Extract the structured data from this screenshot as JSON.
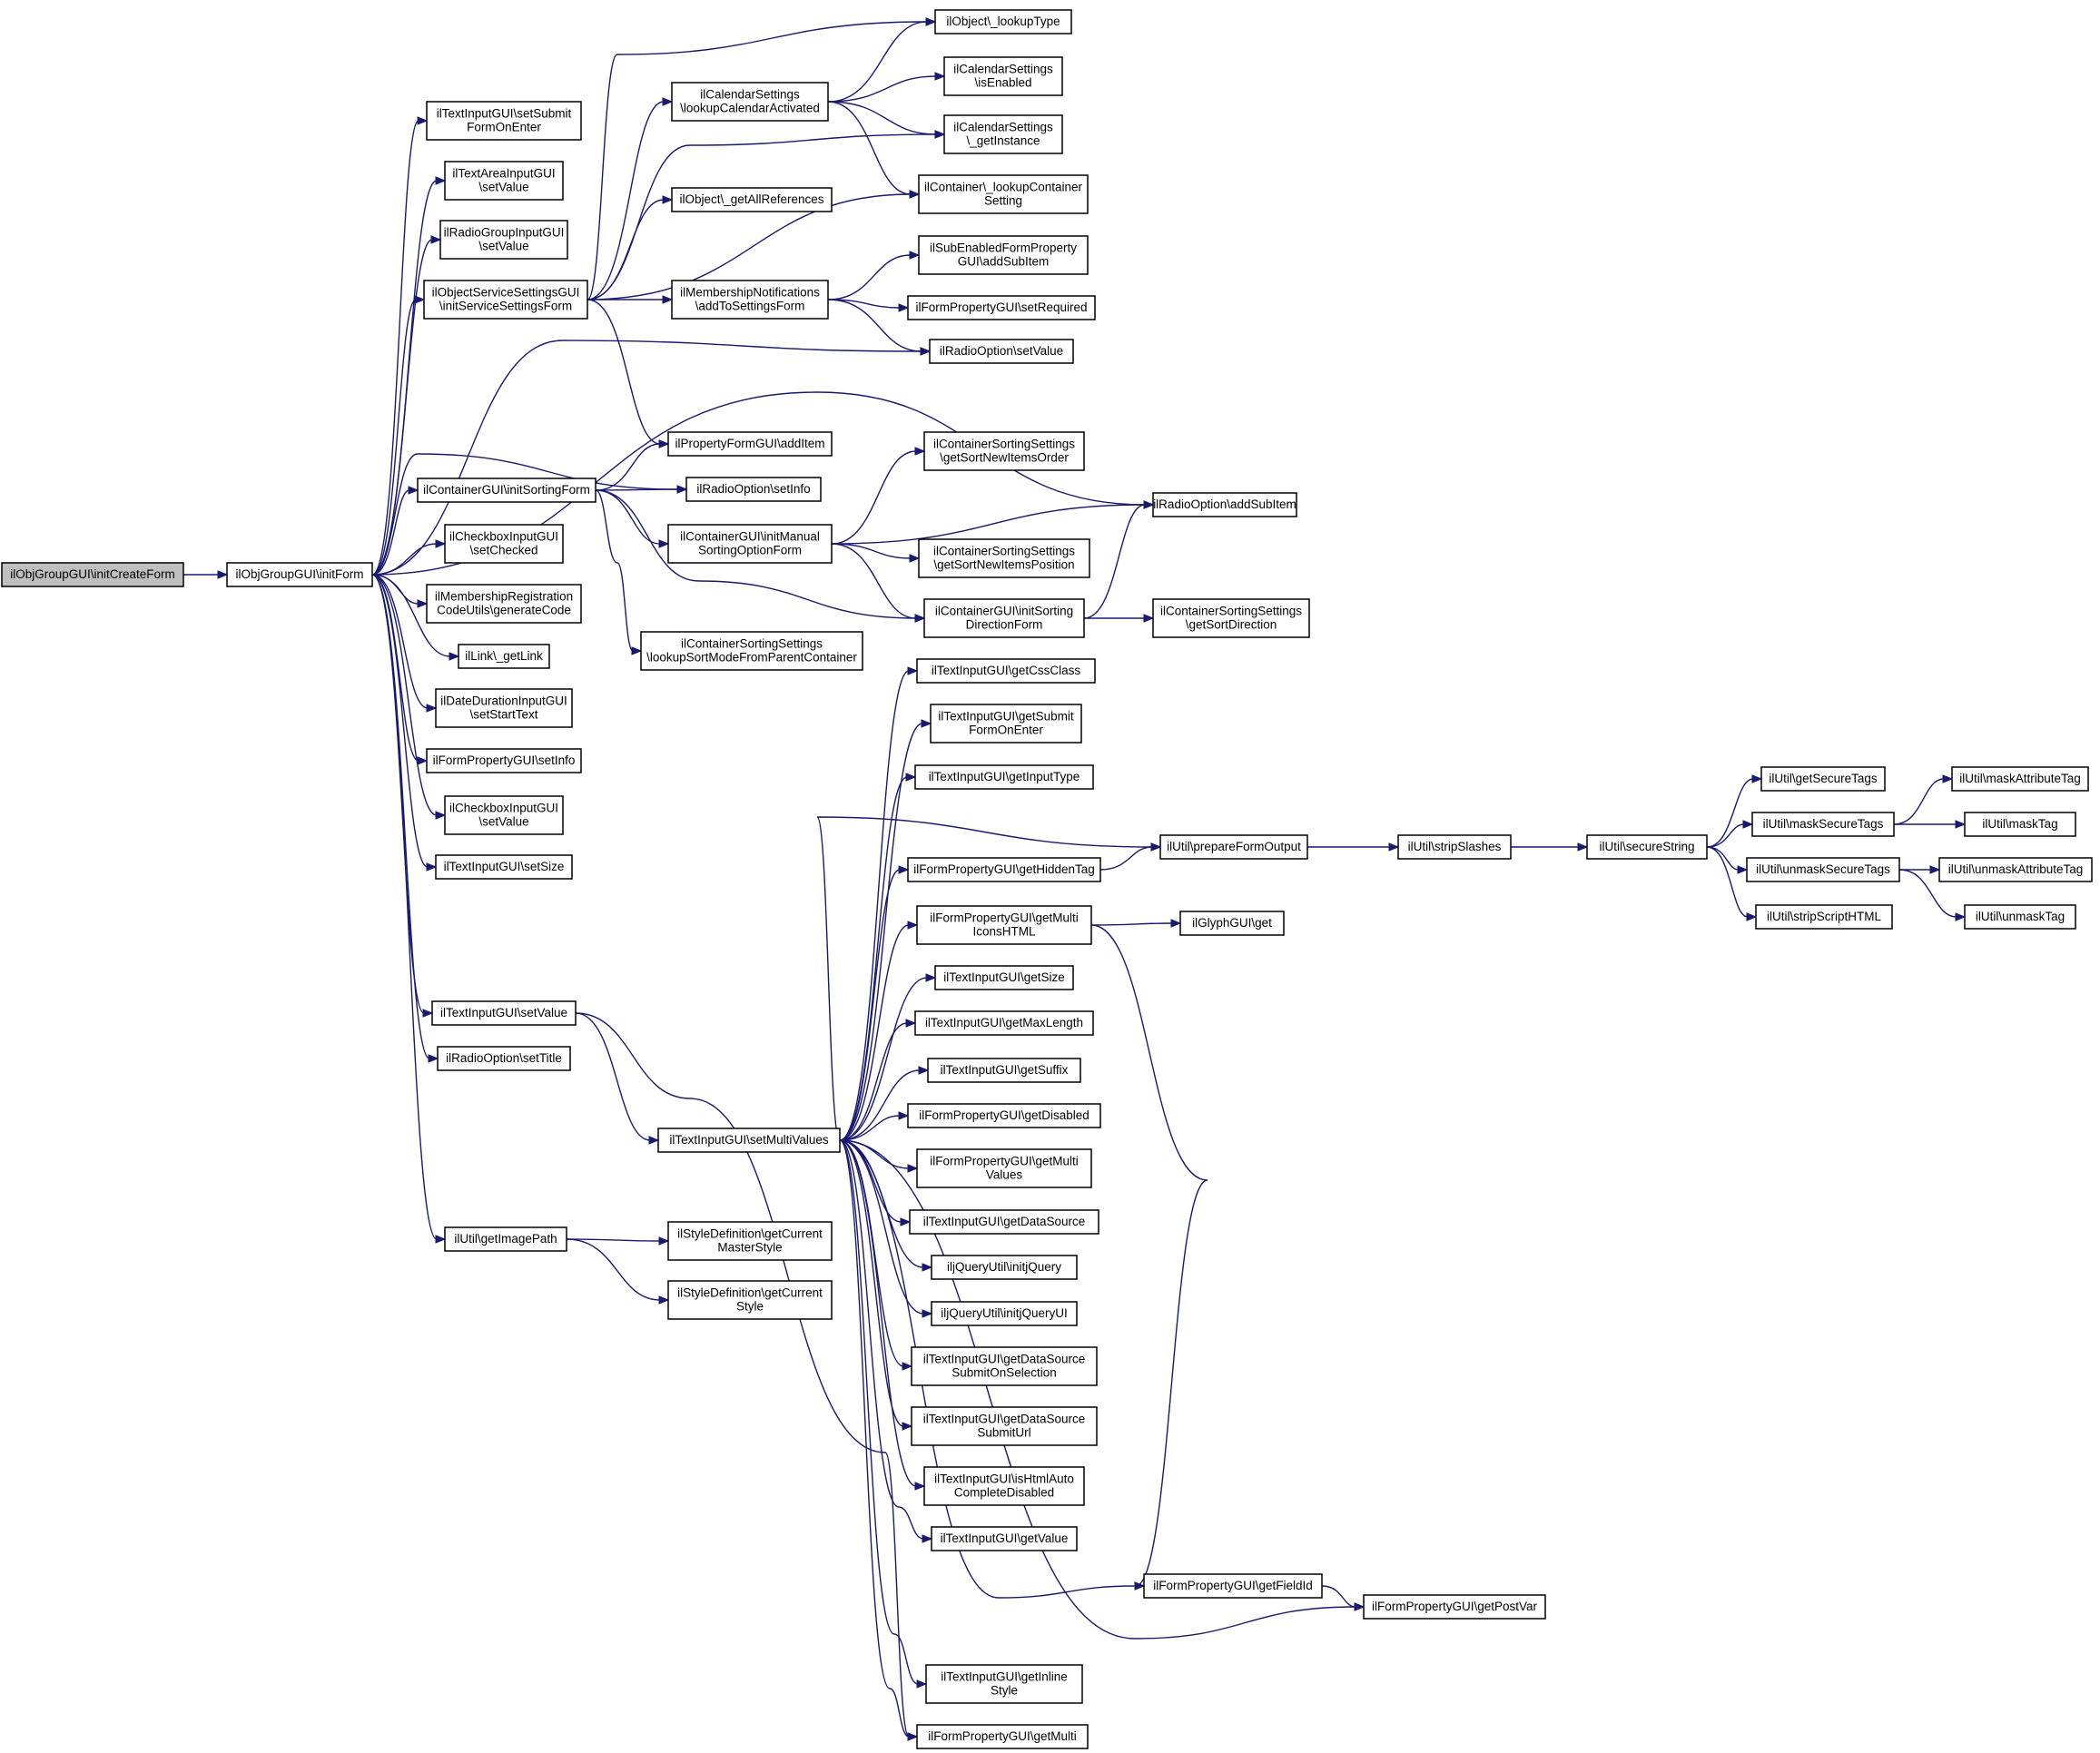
{
  "colors": {
    "edge": "#191970",
    "node_border": "#000000",
    "root_fill": "#bfbfbf",
    "node_fill": "#ffffff"
  },
  "nodes": [
    {
      "id": "n0",
      "lines": [
        "ilObjGroupGUI\\initCreateForm"
      ]
    },
    {
      "id": "n1",
      "lines": [
        "ilObjGroupGUI\\initForm"
      ]
    },
    {
      "id": "n2",
      "lines": [
        "ilTextInputGUI\\setSubmit",
        "FormOnEnter"
      ]
    },
    {
      "id": "n3",
      "lines": [
        "ilTextAreaInputGUI",
        "\\setValue"
      ]
    },
    {
      "id": "n4",
      "lines": [
        "ilRadioGroupInputGUI",
        "\\setValue"
      ]
    },
    {
      "id": "n5",
      "lines": [
        "ilObjectServiceSettingsGUI",
        "\\initServiceSettingsForm"
      ]
    },
    {
      "id": "n6",
      "lines": [
        "ilContainerGUI\\initSortingForm"
      ]
    },
    {
      "id": "n7",
      "lines": [
        "ilCheckboxInputGUI",
        "\\setChecked"
      ]
    },
    {
      "id": "n8",
      "lines": [
        "ilMembershipRegistration",
        "CodeUtils\\generateCode"
      ]
    },
    {
      "id": "n9",
      "lines": [
        "ilLink\\_getLink"
      ]
    },
    {
      "id": "n10",
      "lines": [
        "ilDateDurationInputGUI",
        "\\setStartText"
      ]
    },
    {
      "id": "n11",
      "lines": [
        "ilFormPropertyGUI\\setInfo"
      ]
    },
    {
      "id": "n12",
      "lines": [
        "ilCheckboxInputGUI",
        "\\setValue"
      ]
    },
    {
      "id": "n13",
      "lines": [
        "ilTextInputGUI\\setSize"
      ]
    },
    {
      "id": "n14",
      "lines": [
        "ilTextInputGUI\\setValue"
      ]
    },
    {
      "id": "n15",
      "lines": [
        "ilRadioOption\\setTitle"
      ]
    },
    {
      "id": "n16",
      "lines": [
        "ilUtil\\getImagePath"
      ]
    },
    {
      "id": "n17",
      "lines": [
        "ilCalendarSettings",
        "\\lookupCalendarActivated"
      ]
    },
    {
      "id": "n18",
      "lines": [
        "ilObject\\_getAllReferences"
      ]
    },
    {
      "id": "n19",
      "lines": [
        "ilMembershipNotifications",
        "\\addToSettingsForm"
      ]
    },
    {
      "id": "n20",
      "lines": [
        "ilPropertyFormGUI\\addItem"
      ]
    },
    {
      "id": "n21",
      "lines": [
        "ilRadioOption\\setInfo"
      ]
    },
    {
      "id": "n22",
      "lines": [
        "ilContainerGUI\\initManual",
        "SortingOptionForm"
      ]
    },
    {
      "id": "n23",
      "lines": [
        "ilContainerSortingSettings",
        "\\lookupSortModeFromParentContainer"
      ]
    },
    {
      "id": "n24",
      "lines": [
        "ilTextInputGUI\\setMultiValues"
      ]
    },
    {
      "id": "n25",
      "lines": [
        "ilStyleDefinition\\getCurrent",
        "MasterStyle"
      ]
    },
    {
      "id": "n26",
      "lines": [
        "ilStyleDefinition\\getCurrent",
        "Style"
      ]
    },
    {
      "id": "n27",
      "lines": [
        "ilObject\\_lookupType"
      ]
    },
    {
      "id": "n28",
      "lines": [
        "ilCalendarSettings",
        "\\isEnabled"
      ]
    },
    {
      "id": "n29",
      "lines": [
        "ilCalendarSettings",
        "\\_getInstance"
      ]
    },
    {
      "id": "n30",
      "lines": [
        "ilContainer\\_lookupContainer",
        "Setting"
      ]
    },
    {
      "id": "n31",
      "lines": [
        "ilSubEnabledFormProperty",
        "GUI\\addSubItem"
      ]
    },
    {
      "id": "n32",
      "lines": [
        "ilFormPropertyGUI\\setRequired"
      ]
    },
    {
      "id": "n33",
      "lines": [
        "ilRadioOption\\setValue"
      ]
    },
    {
      "id": "n34",
      "lines": [
        "ilContainerSortingSettings",
        "\\getSortNewItemsOrder"
      ]
    },
    {
      "id": "n35",
      "lines": [
        "ilContainerSortingSettings",
        "\\getSortNewItemsPosition"
      ]
    },
    {
      "id": "n36",
      "lines": [
        "ilContainerGUI\\initSorting",
        "DirectionForm"
      ]
    },
    {
      "id": "n37",
      "lines": [
        "ilRadioOption\\addSubItem"
      ]
    },
    {
      "id": "n38",
      "lines": [
        "ilContainerSortingSettings",
        "\\getSortDirection"
      ]
    },
    {
      "id": "n39",
      "lines": [
        "ilTextInputGUI\\getCssClass"
      ]
    },
    {
      "id": "n40",
      "lines": [
        "ilTextInputGUI\\getSubmit",
        "FormOnEnter"
      ]
    },
    {
      "id": "n41",
      "lines": [
        "ilTextInputGUI\\getInputType"
      ]
    },
    {
      "id": "n42",
      "lines": [
        "ilFormPropertyGUI\\getHiddenTag"
      ]
    },
    {
      "id": "n43",
      "lines": [
        "ilFormPropertyGUI\\getMulti",
        "IconsHTML"
      ]
    },
    {
      "id": "n44",
      "lines": [
        "ilTextInputGUI\\getSize"
      ]
    },
    {
      "id": "n45",
      "lines": [
        "ilTextInputGUI\\getMaxLength"
      ]
    },
    {
      "id": "n46",
      "lines": [
        "ilTextInputGUI\\getSuffix"
      ]
    },
    {
      "id": "n47",
      "lines": [
        "ilFormPropertyGUI\\getDisabled"
      ]
    },
    {
      "id": "n48",
      "lines": [
        "ilFormPropertyGUI\\getMulti",
        "Values"
      ]
    },
    {
      "id": "n49",
      "lines": [
        "ilTextInputGUI\\getDataSource"
      ]
    },
    {
      "id": "n50",
      "lines": [
        "iljQueryUtil\\initjQuery"
      ]
    },
    {
      "id": "n51",
      "lines": [
        "iljQueryUtil\\initjQueryUI"
      ]
    },
    {
      "id": "n52",
      "lines": [
        "ilTextInputGUI\\getDataSource",
        "SubmitOnSelection"
      ]
    },
    {
      "id": "n53",
      "lines": [
        "ilTextInputGUI\\getDataSource",
        "SubmitUrl"
      ]
    },
    {
      "id": "n54",
      "lines": [
        "ilTextInputGUI\\isHtmlAuto",
        "CompleteDisabled"
      ]
    },
    {
      "id": "n55",
      "lines": [
        "ilTextInputGUI\\getValue"
      ]
    },
    {
      "id": "n56",
      "lines": [
        "ilTextInputGUI\\getInline",
        "Style"
      ]
    },
    {
      "id": "n57",
      "lines": [
        "ilFormPropertyGUI\\getMulti"
      ]
    },
    {
      "id": "n58",
      "lines": [
        "ilUtil\\prepareFormOutput"
      ]
    },
    {
      "id": "n59",
      "lines": [
        "ilGlyphGUI\\get"
      ]
    },
    {
      "id": "n60",
      "lines": [
        "ilFormPropertyGUI\\getFieldId"
      ]
    },
    {
      "id": "n61",
      "lines": [
        "ilFormPropertyGUI\\getPostVar"
      ]
    },
    {
      "id": "n62",
      "lines": [
        "ilUtil\\stripSlashes"
      ]
    },
    {
      "id": "n63",
      "lines": [
        "ilUtil\\secureString"
      ]
    },
    {
      "id": "n64",
      "lines": [
        "ilUtil\\getSecureTags"
      ]
    },
    {
      "id": "n65",
      "lines": [
        "ilUtil\\maskSecureTags"
      ]
    },
    {
      "id": "n66",
      "lines": [
        "ilUtil\\unmaskSecureTags"
      ]
    },
    {
      "id": "n67",
      "lines": [
        "ilUtil\\stripScriptHTML"
      ]
    },
    {
      "id": "n68",
      "lines": [
        "ilUtil\\maskAttributeTag"
      ]
    },
    {
      "id": "n69",
      "lines": [
        "ilUtil\\maskTag"
      ]
    },
    {
      "id": "n70",
      "lines": [
        "ilUtil\\unmaskAttributeTag"
      ]
    },
    {
      "id": "n71",
      "lines": [
        "ilUtil\\unmaskTag"
      ]
    }
  ],
  "edges": [
    [
      "n0",
      "n1"
    ],
    [
      "n1",
      "n2"
    ],
    [
      "n1",
      "n3"
    ],
    [
      "n1",
      "n4"
    ],
    [
      "n1",
      "n5"
    ],
    [
      "n1",
      "n33"
    ],
    [
      "n1",
      "n37"
    ],
    [
      "n1",
      "n21"
    ],
    [
      "n1",
      "n6"
    ],
    [
      "n1",
      "n7"
    ],
    [
      "n1",
      "n8"
    ],
    [
      "n1",
      "n9"
    ],
    [
      "n1",
      "n10"
    ],
    [
      "n1",
      "n11"
    ],
    [
      "n1",
      "n12"
    ],
    [
      "n1",
      "n13"
    ],
    [
      "n1",
      "n14"
    ],
    [
      "n1",
      "n15"
    ],
    [
      "n1",
      "n16"
    ],
    [
      "n5",
      "n27"
    ],
    [
      "n5",
      "n17"
    ],
    [
      "n5",
      "n29"
    ],
    [
      "n5",
      "n18"
    ],
    [
      "n5",
      "n30"
    ],
    [
      "n5",
      "n19"
    ],
    [
      "n5",
      "n20"
    ],
    [
      "n17",
      "n27"
    ],
    [
      "n17",
      "n28"
    ],
    [
      "n17",
      "n29"
    ],
    [
      "n17",
      "n30"
    ],
    [
      "n19",
      "n31"
    ],
    [
      "n19",
      "n32"
    ],
    [
      "n19",
      "n33"
    ],
    [
      "n6",
      "n20"
    ],
    [
      "n6",
      "n21"
    ],
    [
      "n6",
      "n22"
    ],
    [
      "n6",
      "n36"
    ],
    [
      "n6",
      "n23"
    ],
    [
      "n22",
      "n34"
    ],
    [
      "n22",
      "n37"
    ],
    [
      "n22",
      "n35"
    ],
    [
      "n22",
      "n36"
    ],
    [
      "n36",
      "n37"
    ],
    [
      "n36",
      "n38"
    ],
    [
      "n14",
      "n24"
    ],
    [
      "n14",
      "n57"
    ],
    [
      "n16",
      "n25"
    ],
    [
      "n16",
      "n26"
    ],
    [
      "n24",
      "n39"
    ],
    [
      "n24",
      "n40"
    ],
    [
      "n24",
      "n41"
    ],
    [
      "n24",
      "n58"
    ],
    [
      "n24",
      "n42"
    ],
    [
      "n24",
      "n43"
    ],
    [
      "n24",
      "n44"
    ],
    [
      "n24",
      "n45"
    ],
    [
      "n24",
      "n46"
    ],
    [
      "n24",
      "n47"
    ],
    [
      "n24",
      "n48"
    ],
    [
      "n24",
      "n49"
    ],
    [
      "n24",
      "n50"
    ],
    [
      "n24",
      "n51"
    ],
    [
      "n24",
      "n52"
    ],
    [
      "n24",
      "n53"
    ],
    [
      "n24",
      "n54"
    ],
    [
      "n24",
      "n55"
    ],
    [
      "n24",
      "n60"
    ],
    [
      "n24",
      "n61"
    ],
    [
      "n24",
      "n56"
    ],
    [
      "n24",
      "n57"
    ],
    [
      "n42",
      "n58"
    ],
    [
      "n43",
      "n59"
    ],
    [
      "n43",
      "n60"
    ],
    [
      "n60",
      "n61"
    ],
    [
      "n58",
      "n62"
    ],
    [
      "n62",
      "n63"
    ],
    [
      "n63",
      "n64"
    ],
    [
      "n63",
      "n65"
    ],
    [
      "n63",
      "n66"
    ],
    [
      "n63",
      "n67"
    ],
    [
      "n65",
      "n68"
    ],
    [
      "n65",
      "n69"
    ],
    [
      "n66",
      "n70"
    ],
    [
      "n66",
      "n71"
    ]
  ]
}
